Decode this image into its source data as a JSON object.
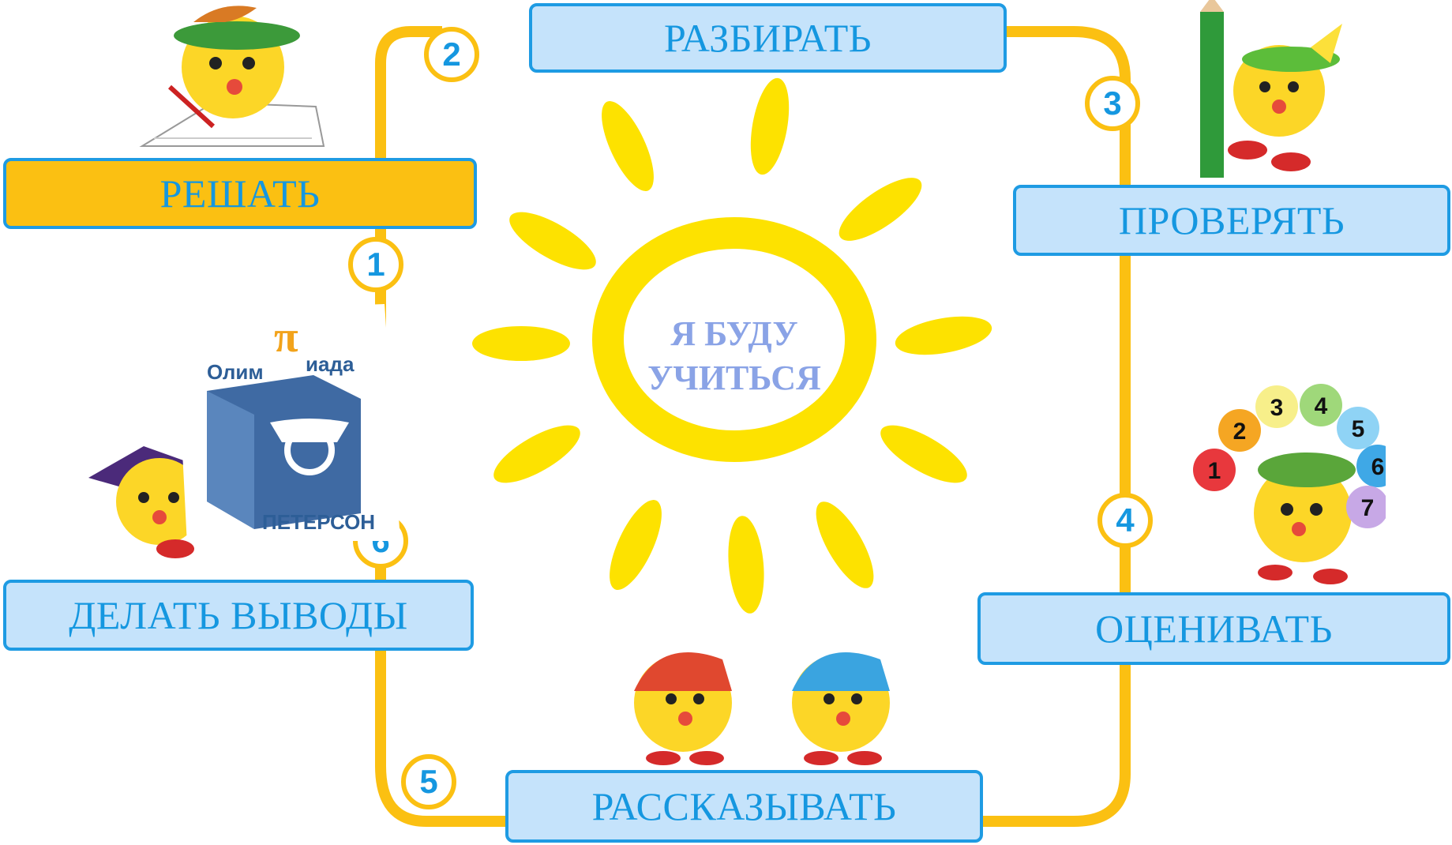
{
  "center": {
    "line1": "Я БУДУ",
    "line2": "УЧИТЬСЯ"
  },
  "steps": [
    {
      "number": "1",
      "label": "РЕШАТЬ"
    },
    {
      "number": "2",
      "label": "РАЗБИРАТЬ"
    },
    {
      "number": "3",
      "label": "ПРОВЕРЯТЬ"
    },
    {
      "number": "4",
      "label": "ОЦЕНИВАТЬ"
    },
    {
      "number": "5",
      "label": "РАССКАЗЫВАТЬ"
    },
    {
      "number": "6",
      "label": "ДЕЛАТЬ ВЫВОДЫ"
    }
  ],
  "logo": {
    "top_left": "Олим",
    "pi": "π",
    "top_right": "иада",
    "bottom": "ПЕТЕРСОН"
  },
  "rating_circles": [
    {
      "label": "1",
      "color": "#e8383d"
    },
    {
      "label": "2",
      "color": "#f5a623"
    },
    {
      "label": "3",
      "color": "#f7ef8a"
    },
    {
      "label": "4",
      "color": "#9fd87a"
    },
    {
      "label": "5",
      "color": "#8fd3f5"
    },
    {
      "label": "6",
      "color": "#3fa8e6"
    },
    {
      "label": "7",
      "color": "#c7a8e6"
    }
  ],
  "colors": {
    "accent_orange": "#fbc012",
    "box_fill": "#c5e3fb",
    "box_border": "#1e9be3",
    "text_blue": "#1597e0",
    "sun_yellow": "#fde200"
  }
}
